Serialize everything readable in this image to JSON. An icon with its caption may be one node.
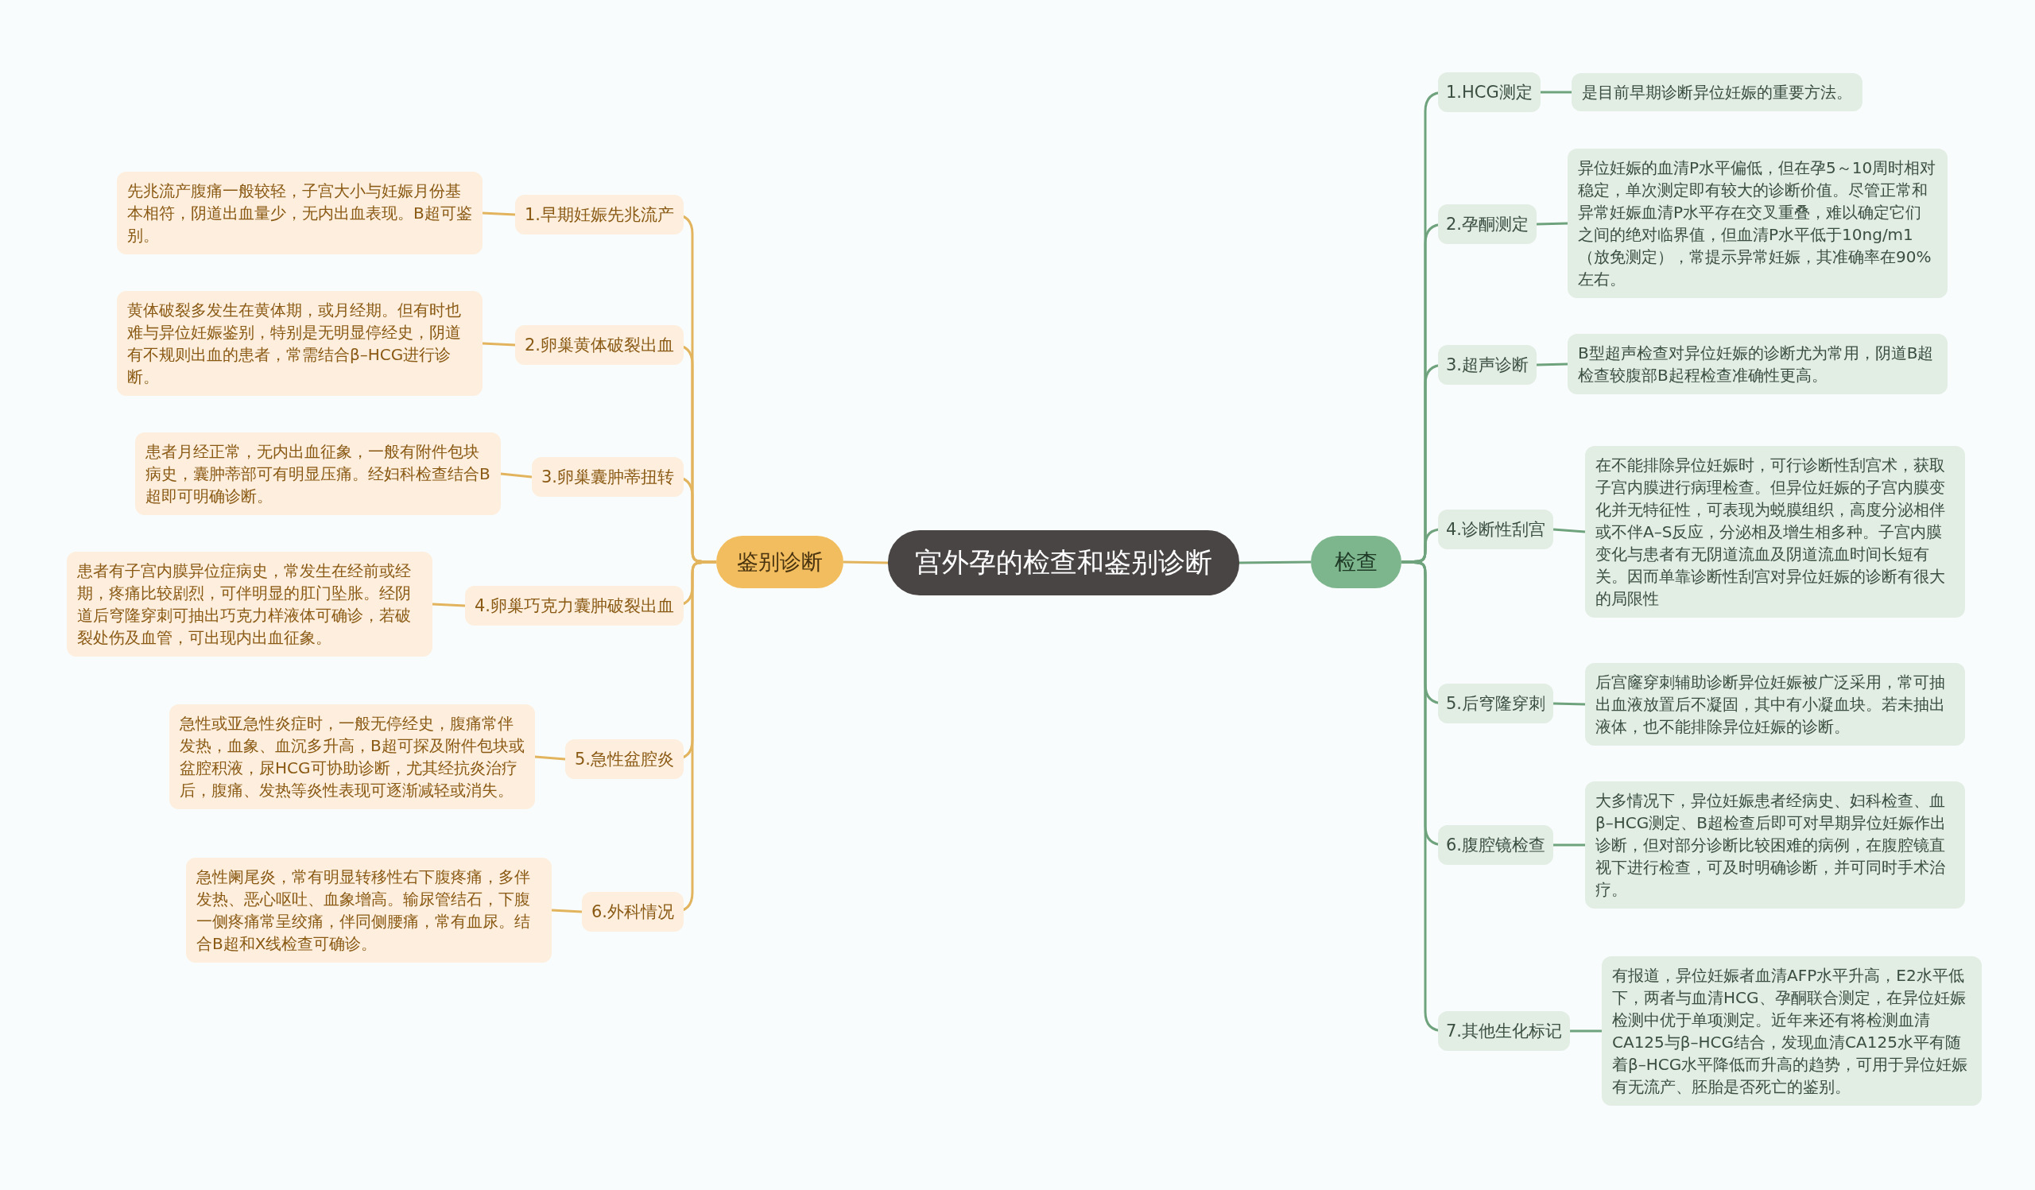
{
  "diagram": {
    "nodes": [
      {
        "text": [
          "宫外孕的检查和鉴别诊断"
        ]
      },
      {
        "text": [
          "鉴别诊断"
        ]
      },
      {
        "text": [
          "1.早期妊娠先兆流产"
        ]
      },
      {
        "text": [
          "先兆流产腹痛一般较轻，子宫大小与妊娠月份基本相符，阴道出血量少，无内出血表现。B超可鉴别。"
        ]
      },
      {
        "text": [
          "2.卵巢黄体破裂出血"
        ]
      },
      {
        "text": [
          "黄体破裂多发生在黄体期，或月经期。但有时也难与异位妊娠鉴别，特别是无明显停经史，阴道有不规则出血的患者，常需结合β–HCG进行诊断。"
        ]
      },
      {
        "text": [
          "3.卵巢囊肿蒂扭转"
        ]
      },
      {
        "text": [
          "患者月经正常，无内出血征象，一般有附件包块病史，囊肿蒂部可有明显压痛。经妇科检查结合B超即可明确诊断。"
        ]
      },
      {
        "text": [
          "4.卵巢巧克力囊肿破裂出血"
        ]
      },
      {
        "text": [
          "患者有子宫内膜异位症病史，常发生在经前或经期，疼痛比较剧烈，可伴明显的肛门坠胀。经阴道后穹隆穿刺可抽出巧克力样液体可确诊，若破裂处伤及血管，可出现内出血征象。"
        ]
      },
      {
        "text": [
          "5.急性盆腔炎"
        ]
      },
      {
        "text": [
          "急性或亚急性炎症时，一般无停经史，腹痛常伴发热，血象、血沉多升高，B超可探及附件包块或盆腔积液，尿HCG可协助诊断，尤其经抗炎治疗后，腹痛、发热等炎性表现可逐渐减轻或消失。"
        ]
      },
      {
        "text": [
          "6.外科情况"
        ]
      },
      {
        "text": [
          "急性阑尾炎，常有明显转移性右下腹疼痛，多伴发热、恶心呕吐、血象增高。输尿管结石，下腹一侧疼痛常呈绞痛，伴同侧腰痛，常有血尿。结合B超和X线检查可确诊。"
        ]
      },
      {
        "text": [
          "检查"
        ]
      },
      {
        "text": [
          "1.HCG测定"
        ]
      },
      {
        "text": [
          "是目前早期诊断异位妊娠的重要方法。"
        ]
      },
      {
        "text": [
          "2.孕酮测定"
        ]
      },
      {
        "text": [
          "异位妊娠的血清P水平偏低，但在孕5～10周时相对稳定，单次测定即有较大的诊断价值。尽管正常和异常妊娠血清P水平存在交叉重叠，难以确定它们之间的绝对临界值，但血清P水平低于10ng/m1（放免测定），常提示异常妊娠，其准确率在90%左右。"
        ]
      },
      {
        "text": [
          "3.超声诊断"
        ]
      },
      {
        "text": [
          "B型超声检查对异位妊娠的诊断尤为常用，阴道B超检查较腹部B起程检查准确性更高。"
        ]
      },
      {
        "text": [
          "4.诊断性刮宫"
        ]
      },
      {
        "text": [
          "在不能排除异位妊娠时，可行诊断性刮宫术，获取子宫内膜进行病理检查。但异位妊娠的子宫内膜变化并无特征性，可表现为蜕膜组织，高度分泌相伴或不伴A–S反应，分泌相及增生相多种。子宫内膜变化与患者有无阴道流血及阴道流血时间长短有关。因而单靠诊断性刮宫对异位妊娠的诊断有很大的局限性"
        ]
      },
      {
        "text": [
          "5.后穹隆穿刺"
        ]
      },
      {
        "text": [
          "后宫窿穿刺辅助诊断异位妊娠被广泛采用，常可抽出血液放置后不凝固，其中有小凝血块。若未抽出液体，也不能排除异位妊娠的诊断。"
        ]
      },
      {
        "text": [
          "6.腹腔镜检查"
        ]
      },
      {
        "text": [
          "大多情况下，异位妊娠患者经病史、妇科检查、血β–HCG测定、B超检查后即可对早期异位妊娠作出诊断，但对部分诊断比较困难的病例，在腹腔镜直视下进行检查，可及时明确诊断，并可同时手术治疗。"
        ]
      },
      {
        "text": [
          "7.其他生化标记"
        ]
      },
      {
        "text": [
          "有报道，异位妊娠者血清AFP水平升高，E2水平低下，两者与血清HCG、孕酮联合测定，在异位妊娠检测中优于单项测定。近年来还有将检测血清CA125与β–HCG结合，发现血清CA125水平有随着β–HCG水平降低而升高的趋势，可用于异位妊娠有无流产、胚胎是否死亡的鉴别。"
        ]
      }
    ],
    "edges": [
      {
        "from": 0,
        "to": 1,
        "arrow": "none",
        "color": "#e3b45e"
      },
      {
        "from": 1,
        "to": 2,
        "arrow": "none",
        "color": "#e3b45e"
      },
      {
        "from": 2,
        "to": 3,
        "arrow": "none",
        "color": "#e3b45e"
      },
      {
        "from": 1,
        "to": 4,
        "arrow": "none",
        "color": "#e3b45e"
      },
      {
        "from": 4,
        "to": 5,
        "arrow": "none",
        "color": "#e3b45e"
      },
      {
        "from": 1,
        "to": 6,
        "arrow": "none",
        "color": "#e3b45e"
      },
      {
        "from": 6,
        "to": 7,
        "arrow": "none",
        "color": "#e3b45e"
      },
      {
        "from": 1,
        "to": 8,
        "arrow": "none",
        "color": "#e3b45e"
      },
      {
        "from": 8,
        "to": 9,
        "arrow": "none",
        "color": "#e3b45e"
      },
      {
        "from": 1,
        "to": 10,
        "arrow": "none",
        "color": "#e3b45e"
      },
      {
        "from": 10,
        "to": 11,
        "arrow": "none",
        "color": "#e3b45e"
      },
      {
        "from": 1,
        "to": 12,
        "arrow": "none",
        "color": "#e3b45e"
      },
      {
        "from": 12,
        "to": 13,
        "arrow": "none",
        "color": "#e3b45e"
      },
      {
        "from": 0,
        "to": 14,
        "arrow": "none"
      },
      {
        "from": 14,
        "to": 15,
        "arrow": "none"
      },
      {
        "from": 15,
        "to": 16,
        "arrow": "none"
      },
      {
        "from": 14,
        "to": 17,
        "arrow": "none"
      },
      {
        "from": 17,
        "to": 18,
        "arrow": "none"
      },
      {
        "from": 14,
        "to": 19,
        "arrow": "none"
      },
      {
        "from": 19,
        "to": 20,
        "arrow": "none"
      },
      {
        "from": 14,
        "to": 21,
        "arrow": "none"
      },
      {
        "from": 21,
        "to": 22,
        "arrow": "none"
      },
      {
        "from": 14,
        "to": 23,
        "arrow": "none"
      },
      {
        "from": 23,
        "to": 24,
        "arrow": "none"
      },
      {
        "from": 14,
        "to": 25,
        "arrow": "none"
      },
      {
        "from": 25,
        "to": 26,
        "arrow": "none"
      },
      {
        "from": 14,
        "to": 27,
        "arrow": "none"
      },
      {
        "from": 27,
        "to": 28,
        "arrow": "none"
      }
    ]
  }
}
